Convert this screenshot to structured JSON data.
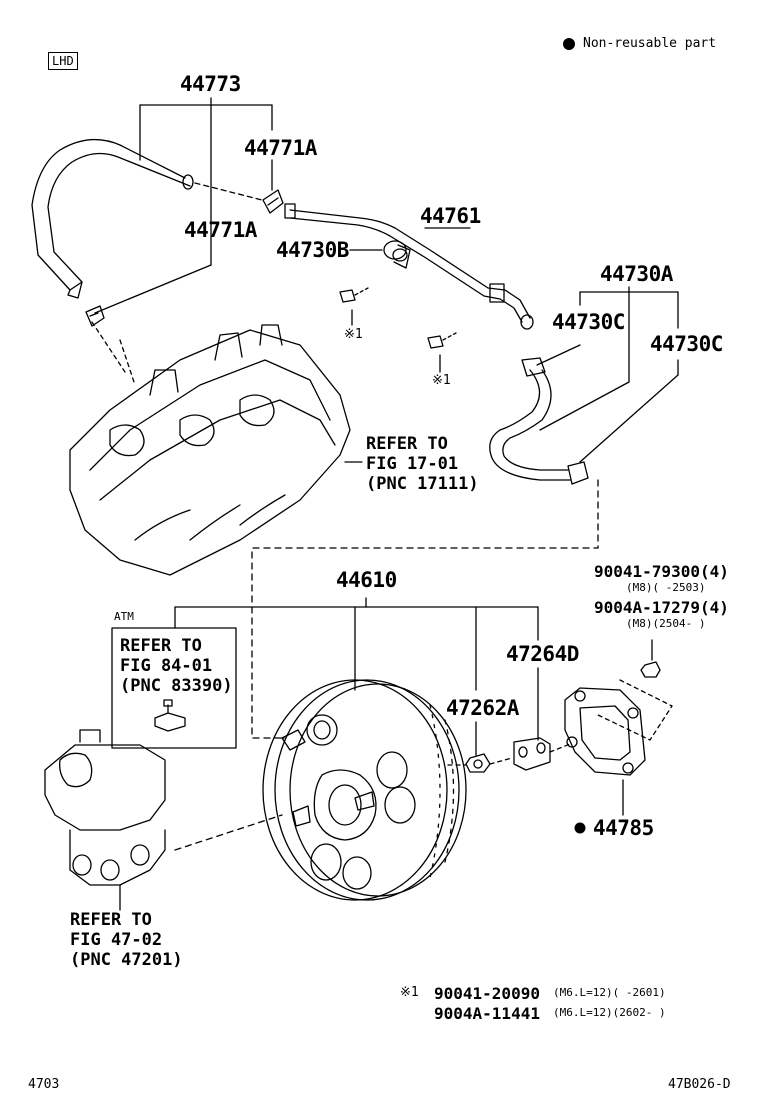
{
  "header": {
    "lhd": "LHD",
    "legend_text": "Non-reusable part"
  },
  "parts": {
    "p44773": "44773",
    "p44771A_top": "44771A",
    "p44771A_left": "44771A",
    "p44761": "44761",
    "p44730B": "44730B",
    "p44730A": "44730A",
    "p44730C_left": "44730C",
    "p44730C_right": "44730C",
    "mark1_a": "※1",
    "mark1_b": "※1",
    "p44610": "44610",
    "atm": "ATM",
    "p47264D": "47264D",
    "p47262A": "47262A",
    "p44785": "44785",
    "bolt1": "90041-79300(4)",
    "bolt1_spec": "(M8)(     -2503)",
    "bolt2": "9004A-17279(4)",
    "bolt2_spec": "(M8)(2504-     )"
  },
  "refs": {
    "manifold": [
      "REFER TO",
      "FIG 17-01",
      "(PNC 17111)"
    ],
    "atm_box": [
      "REFER TO",
      "FIG 84-01",
      "(PNC 83390)"
    ],
    "master_cyl": [
      "REFER TO",
      "FIG 47-02",
      "(PNC 47201)"
    ]
  },
  "footnote": {
    "mark": "※1",
    "line1_pn": "90041-20090",
    "line1_spec": "(M6.L=12)(     -2601)",
    "line2_pn": "9004A-11441",
    "line2_spec": "(M6.L=12)(2602-     )"
  },
  "footer": {
    "page": "4703",
    "code": "47B026-D"
  },
  "icons": {
    "non_reusable": "black-dot",
    "colors": {
      "ink": "#000000",
      "paper": "#ffffff"
    }
  }
}
